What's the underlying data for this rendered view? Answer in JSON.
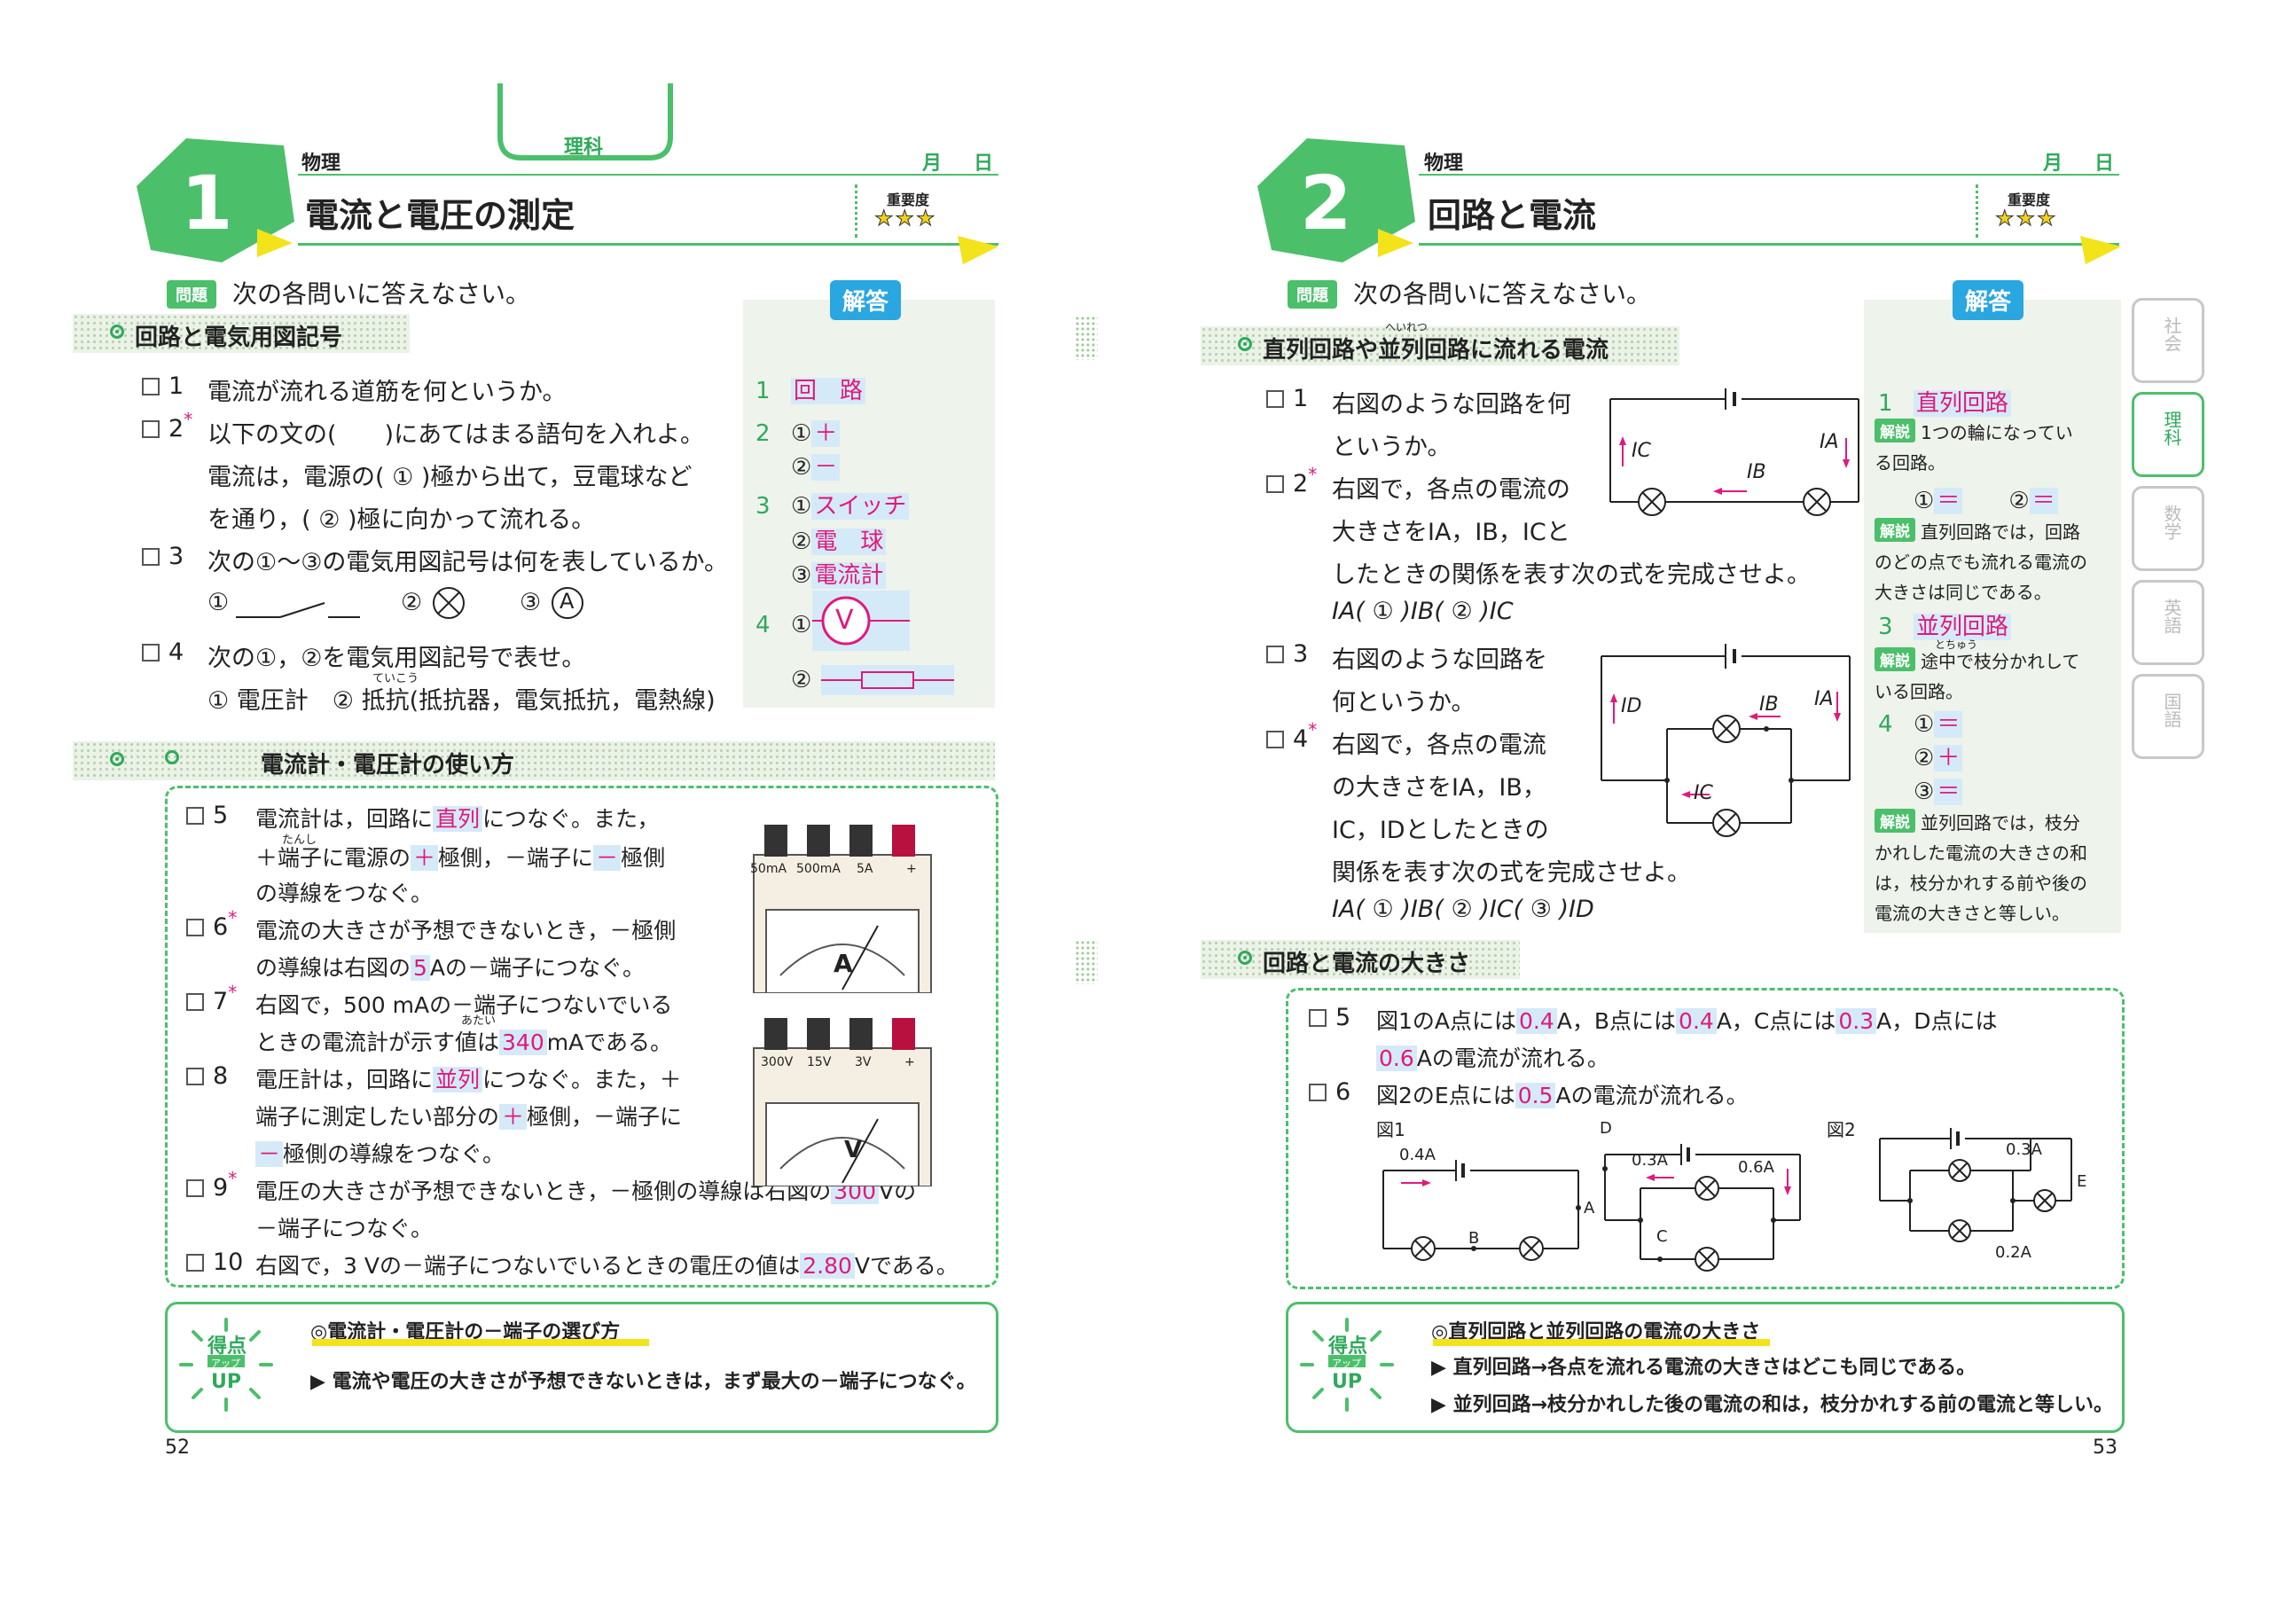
{
  "subject_tab": "理科",
  "left": {
    "unit_number": "1",
    "category": "物理",
    "date_md": "月日",
    "title": "電流と電圧の測定",
    "importance_label": "重要度",
    "importance_stars": "★★★",
    "mondai_label": "問題",
    "instruction": "次の各問いに答えなさい。",
    "answer_badge": "解答",
    "section1": "回路と電気用図記号",
    "q1": {
      "num": "1",
      "text": "電流が流れる道筋を何というか。"
    },
    "q2": {
      "num": "2",
      "text": "以下の文の(　　)にあてはまる語句を入れよ。",
      "l2": "電流は，電源の( ① )極から出て，豆電球など",
      "l3": "を通り，( ② )極に向かって流れる。"
    },
    "q3": {
      "num": "3",
      "text": "次の①～③の電気用図記号は何を表しているか。",
      "s1": "①",
      "s2": "②",
      "s3": "③",
      "sym3": "A"
    },
    "q4": {
      "num": "4",
      "text": "次の①，②を電気用図記号で表せ。",
      "l2": "① 電圧計　② 抵抗(抵抗器，電気抵抗，電熱線)",
      "ruby": "ていこう"
    },
    "answers": {
      "a1_num": "1",
      "a1": "回　路",
      "a2_num": "2",
      "a2_1": "①",
      "a2_1v": "＋",
      "a2_2": "②",
      "a2_2v": "－",
      "a3_num": "3",
      "a3_1": "①",
      "a3_1v": "スイッチ",
      "a3_2": "②",
      "a3_2v": "電　球",
      "a3_3": "③",
      "a3_3v": "電流計",
      "a4_num": "4",
      "a4_1": "①",
      "a4_sym": "V",
      "a4_2": "②"
    },
    "section2": "電流計・電圧計の使い方",
    "q5": {
      "num": "5",
      "t1": "電流計は，回路に",
      "h1": "直列",
      "t2": "につなぐ。また，",
      "l2a": "＋端子に電源の",
      "h2": "＋",
      "l2b": "極側，－端子に",
      "h3": "－",
      "l2c": "極側",
      "l3": "の導線をつなぐ。",
      "ruby": "たんし"
    },
    "q6": {
      "num": "6",
      "l1": "電流の大きさが予想できないとき，－極側",
      "l2a": "の導線は右図の",
      "h1": "5",
      "l2b": "Aの－端子につなぐ。"
    },
    "q7": {
      "num": "7",
      "l1": "右図で，500 mAの－端子につないでいる",
      "l2a": "ときの電流計が示す値は",
      "h1": "340",
      "l2b": "mAである。",
      "ruby": "あたい"
    },
    "q8": {
      "num": "8",
      "l1a": "電圧計は，回路に",
      "h1": "並列",
      "l1b": "につなぐ。また，＋",
      "l2a": "端子に測定したい部分の",
      "h2": "＋",
      "l2b": "極側，－端子に",
      "h3": "－",
      "l3": "極側の導線をつなぐ。"
    },
    "q9": {
      "num": "9",
      "l1a": "電圧の大きさが予想できないとき，－極側の導線は右図の",
      "h1": "300",
      "l1b": "Vの",
      "l2": "－端子につなぐ。"
    },
    "q10": {
      "num": "10",
      "l1a": "右図で，3 Vの－端子につないでいるときの電圧の値は",
      "h1": "2.80",
      "l1b": "Vである。"
    },
    "ammeter_terms": [
      "50mA",
      "500mA",
      "5A",
      "+"
    ],
    "ammeter_letter": "A",
    "voltmeter_terms": [
      "300V",
      "15V",
      "3V",
      "+"
    ],
    "voltmeter_letter": "V",
    "tip_title": "◎電流計・電圧計の－端子の選び方",
    "tip_line": "▶ 電流や電圧の大きさが予想できないときは，まず最大の－端子につなぐ。",
    "tokuten": [
      "得点",
      "アップ",
      "UP"
    ],
    "page_number": "52"
  },
  "right": {
    "unit_number": "2",
    "category": "物理",
    "date_md": "月日",
    "title": "回路と電流",
    "importance_label": "重要度",
    "importance_stars": "★★★",
    "mondai_label": "問題",
    "instruction": "次の各問いに答えなさい。",
    "answer_badge": "解答",
    "section1": "直列回路や並列回路に流れる電流",
    "section1_ruby": "へいれつ",
    "q1": {
      "num": "1",
      "l1": "右図のような回路を何",
      "l2": "というか。"
    },
    "q2": {
      "num": "2",
      "l1": "右図で，各点の電流の",
      "l2": "大きさをIA，IB，ICと",
      "l3": "したときの関係を表す次の式を完成させよ。",
      "l4": "IA( ① )IB( ② )IC"
    },
    "q3": {
      "num": "3",
      "l1": "右図のような回路を",
      "l2": "何というか。"
    },
    "q4": {
      "num": "4",
      "l1": "右図で，各点の電流",
      "l2": "の大きさをIA，IB，",
      "l3": "IC，IDとしたときの",
      "l4": "関係を表す次の式を完成させよ。",
      "l5": "IA( ① )IB( ② )IC( ③ )ID"
    },
    "circuit1_labels": [
      "IC",
      "IB",
      "IA"
    ],
    "circuit2_labels": [
      "ID",
      "IB",
      "IA",
      "IC"
    ],
    "answers": {
      "a1_num": "1",
      "a1": "直列回路",
      "k1_label": "解説",
      "k1": "1つの輪になってい",
      "k1b": "る回路。",
      "a2_1": "①",
      "a2_1v": "＝",
      "a2_2": "②",
      "a2_2v": "＝",
      "k2_label": "解説",
      "k2a": "直列回路では，回路",
      "k2b": "のどの点でも流れる電流の",
      "k2c": "大きさは同じである。",
      "a3_num": "3",
      "a3": "並列回路",
      "k3_label": "解説",
      "k3a": "途中で枝分かれして",
      "k3b": "いる回路。",
      "k3_ruby": "とちゅう",
      "a4_num": "4",
      "a4_1": "①",
      "a4_1v": "＝",
      "a4_2": "②",
      "a4_2v": "＋",
      "a4_3": "③",
      "a4_3v": "＝",
      "k4_label": "解説",
      "k4a": "並列回路では，枝分",
      "k4b": "かれした電流の大きさの和",
      "k4c": "は，枝分かれする前や後の",
      "k4d": "電流の大きさと等しい。"
    },
    "section2": "回路と電流の大きさ",
    "q5": {
      "num": "5",
      "l1a": "図1のA点には",
      "h1": "0.4",
      "l1b": "A，B点には",
      "h2": "0.4",
      "l1c": "A，C点には",
      "h3": "0.3",
      "l1d": "A，D点には",
      "h4": "0.6",
      "l2": "Aの電流が流れる。"
    },
    "q6": {
      "num": "6",
      "l1a": "図2のE点には",
      "h1": "0.5",
      "l1b": "Aの電流が流れる。"
    },
    "fig1_label": "図1",
    "fig2_label": "図2",
    "fig1a": {
      "current": "0.4A",
      "B": "B",
      "A": "A"
    },
    "fig1b": {
      "D": "D",
      "c1": "0.3A",
      "c2": "0.6A",
      "C": "C"
    },
    "fig2": {
      "c1": "0.3A",
      "c2": "0.2A",
      "E": "E"
    },
    "tip_title": "◎直列回路と並列回路の電流の大きさ",
    "tip_line1": "▶ 直列回路→各点を流れる電流の大きさはどこも同じである。",
    "tip_line2": "▶ 並列回路→枝分かれした後の電流の和は，枝分かれする前の電流と等しい。",
    "tokuten": [
      "得点",
      "アップ",
      "UP"
    ],
    "page_number": "53"
  },
  "side_tabs": [
    "社会",
    "理科",
    "数学",
    "英語",
    "国語"
  ]
}
